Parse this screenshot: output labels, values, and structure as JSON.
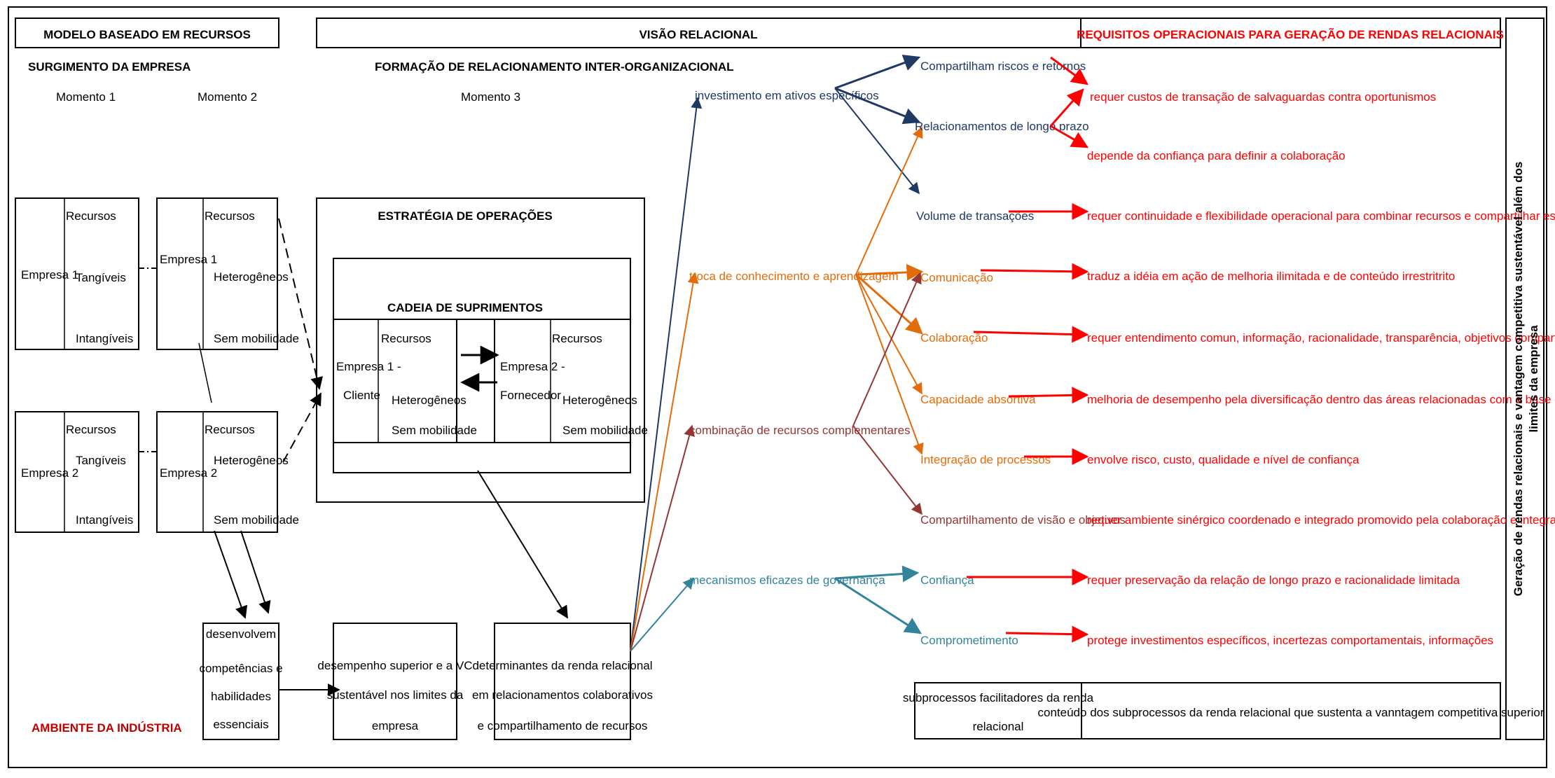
{
  "header": {
    "rbv": "MODELO BASEADO EM RECURSOS",
    "relational": "VISÃO RELACIONAL",
    "requirements": "REQUISITOS OPERACIONAIS PARA GERAÇÃO DE  RENDAS RELACIONAIS"
  },
  "sections": {
    "firm_emergence": "SURGIMENTO DA EMPRESA",
    "inter_org": "FORMAÇÃO DE RELACIONAMENTO INTER-ORGANIZACIONAL",
    "moment1": "Momento 1",
    "moment2": "Momento 2",
    "moment3": "Momento 3",
    "industry": "AMBIENTE DA INDÚSTRIA"
  },
  "firms": {
    "m1_e1": {
      "name": "Empresa 1",
      "resources": "Recursos",
      "a": "Tangíveis",
      "b": "Intangíveis"
    },
    "m2_e1": {
      "name": "Empresa 1",
      "resources": "Recursos",
      "a": "Heterogêneos",
      "b": "Sem mobilidade"
    },
    "m1_e2": {
      "name": "Empresa 2",
      "resources": "Recursos",
      "a": "Tangíveis",
      "b": "Intangíveis"
    },
    "m2_e2": {
      "name": "Empresa 2",
      "resources": "Recursos",
      "a": "Heterogêneos",
      "b": "Sem mobilidade"
    }
  },
  "ops": {
    "title": "ESTRATÉGIA DE OPERAÇÕES",
    "supply_chain": "CADEIA DE SUPRIMENTOS",
    "client_line1": "Empresa 1 -",
    "client_line2": "Cliente",
    "supplier_line1": "Empresa 2 -",
    "supplier_line2": "Fornecedor",
    "resources": "Recursos",
    "hetero": "Heterogêneos",
    "immobile": "Sem mobilidade"
  },
  "outcomes": {
    "develop": [
      "desenvolvem",
      "competências e",
      "habilidades",
      "essenciais"
    ],
    "performance": [
      "desempenho superior e a VC",
      "sustentável nos limites da",
      "empresa"
    ],
    "determinants": [
      "determinantes da renda relacional",
      "em relacionamentos colaborativos",
      "e compartilhamento de recursos"
    ]
  },
  "determinants": {
    "assets": "investimento em ativos específicos",
    "knowledge": "troca de conhecimento e aprendizagem",
    "complementary": "combinação de recursos complementares",
    "governance": "mecanismos eficazes de governança"
  },
  "subprocesses": {
    "risks": "Compartilham riscos e retornos",
    "long_term": "Relacionamentos de longo prazo",
    "volume": "Volume de transações",
    "communication": "Comunicação",
    "collaboration": "Colaboração",
    "absorptive": "Capacidade absortiva",
    "integration": "Integração de processos",
    "vision": "Compartilhamento de visão e objetivos",
    "trust": "Confiança",
    "commitment": "Comprometimento"
  },
  "requirements": {
    "r1": "requer custos de transação de salvaguardas contra oportunismos",
    "r2": "depende da confiança para definir a colaboração",
    "r3": "requer continuidade e flexibilidade operacional para combinar recursos e compartilhar estruturas",
    "r4": "traduz a idéia em ação de melhoria ilimitada e de conteúdo irrestritrito",
    "r5": "requer entendimento comun, informação, racionalidade, transparência, objetivos compartilhados",
    "r6": "melhoria de desempenho pela diversificação dentro das áreas relacionadas com a base de conhecimento",
    "r7": "envolve risco, custo, qualidade e nível de confiança",
    "r8": "requer ambiente sinérgico coordenado e integrado promovido pela colaboração e integração",
    "r9": "requer preservação da relação de longo prazo e racionalidade limitada",
    "r10": "protege investimentos específicos, incertezas comportamentais, informações"
  },
  "legend": {
    "left_line1": "subprocessos facilitadores da renda",
    "left_line2": "relacional",
    "right": "conteúdo dos subprocessos da renda relacional que sustenta a vanntagem competitiva superior"
  },
  "side": {
    "line1": "Geração de rendas relacionais e vantagem competitiva sustentável além dos",
    "line2": "limites da empresa"
  },
  "colors": {
    "navy": "#1f3864",
    "orange": "#e36c0a",
    "maroon": "#943634",
    "teal": "#31849b",
    "red": "#ff0000",
    "darkred": "#c00000"
  }
}
